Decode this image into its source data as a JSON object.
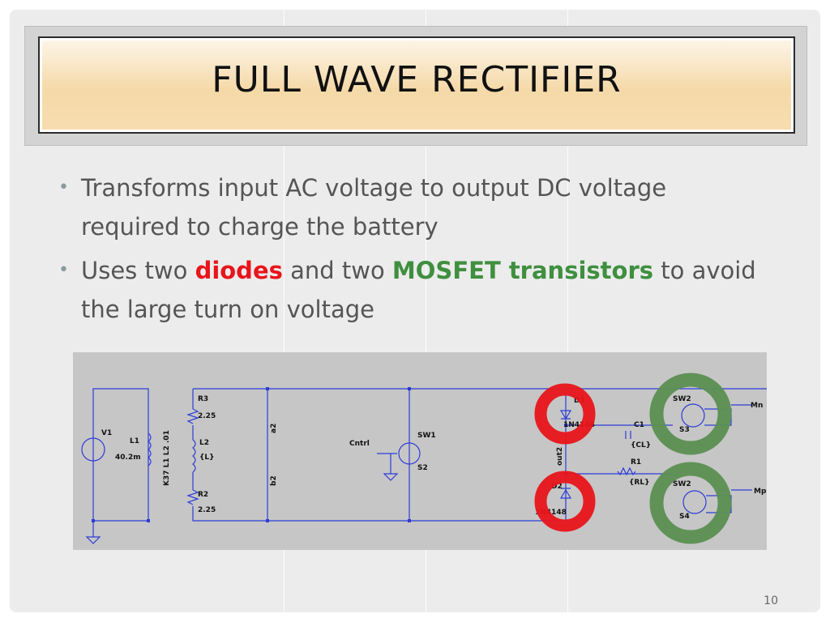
{
  "slide": {
    "title": "FULL WAVE RECTIFIER",
    "bullets": [
      {
        "text": "Transforms input AC voltage to output DC voltage required to charge the battery"
      },
      {
        "parts": [
          "Uses two ",
          "diodes",
          " and two ",
          "MOSFET transistors",
          " to avoid the large turn on voltage"
        ]
      }
    ],
    "page_number": "10"
  },
  "circuit": {
    "labels": {
      "v1": "V1",
      "l1": "L1",
      "l1_value": "40.2m",
      "coupling": "K37 L1 L2 .01",
      "r3": "R3",
      "r3_value": "2.25",
      "l2": "L2",
      "l2_value": "{L}",
      "r2": "R2",
      "r2_value": "2.25",
      "a2": "a2",
      "b2": "b2",
      "cntrl": "Cntrl",
      "sw1": "SW1",
      "s2": "S2",
      "d1": "D1",
      "d1_partial": "1N4148",
      "d2": "D2",
      "d2_partial": "1N4148",
      "out2": "out2",
      "c1": "C1",
      "c1_value": "{CL}",
      "r1": "R1",
      "r1_value": "{RL}",
      "sw2_top": "SW2",
      "s3": "S3",
      "sw2_bottom": "SW2",
      "s4": "S4",
      "mn": "Mn",
      "mp": "Mp"
    },
    "highlight_colors": {
      "diodes": "#e8151b",
      "mosfets": "#5b8f52"
    }
  }
}
